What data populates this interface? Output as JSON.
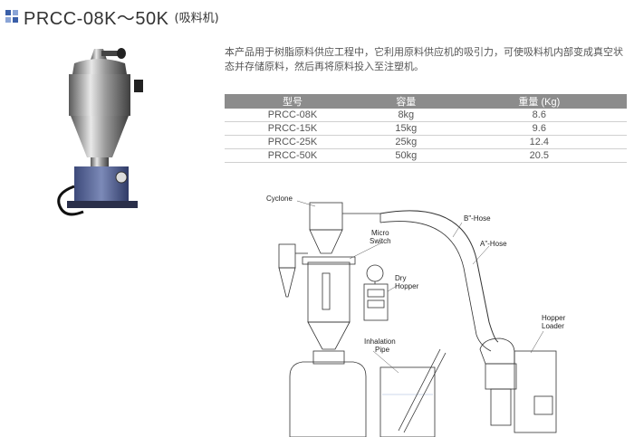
{
  "title": {
    "main": "PRCC-08K～50K",
    "sub": "(吸料机)"
  },
  "description": "本产品用于树脂原料供应工程中，它利用原料供应机的吸引力，可使吸料机内部变成真空状态并存储原料，然后再将原料投入至注塑机。",
  "table": {
    "headers": [
      "型号",
      "容量",
      "重量 (Kg)"
    ],
    "rows": [
      [
        "PRCC-08K",
        "8kg",
        "8.6"
      ],
      [
        "PRCC-15K",
        "15kg",
        "9.6"
      ],
      [
        "PRCC-25K",
        "25kg",
        "12.4"
      ],
      [
        "PRCC-50K",
        "50kg",
        "20.5"
      ]
    ]
  },
  "diagram": {
    "cyclone": "Cyclone",
    "micro_switch_1": "Micro",
    "micro_switch_2": "Switch",
    "dry_hopper_1": "Dry",
    "dry_hopper_2": "Hopper",
    "b_hose": "B\"-Hose",
    "a_hose": "A\"-Hose",
    "hopper_loader_1": "Hopper",
    "hopper_loader_2": "Loader",
    "inhalation_pipe_1": "Inhalation",
    "inhalation_pipe_2": "Pipe"
  },
  "colors": {
    "header_bg": "#8c8c8c",
    "icon": "#3a5fa8"
  }
}
